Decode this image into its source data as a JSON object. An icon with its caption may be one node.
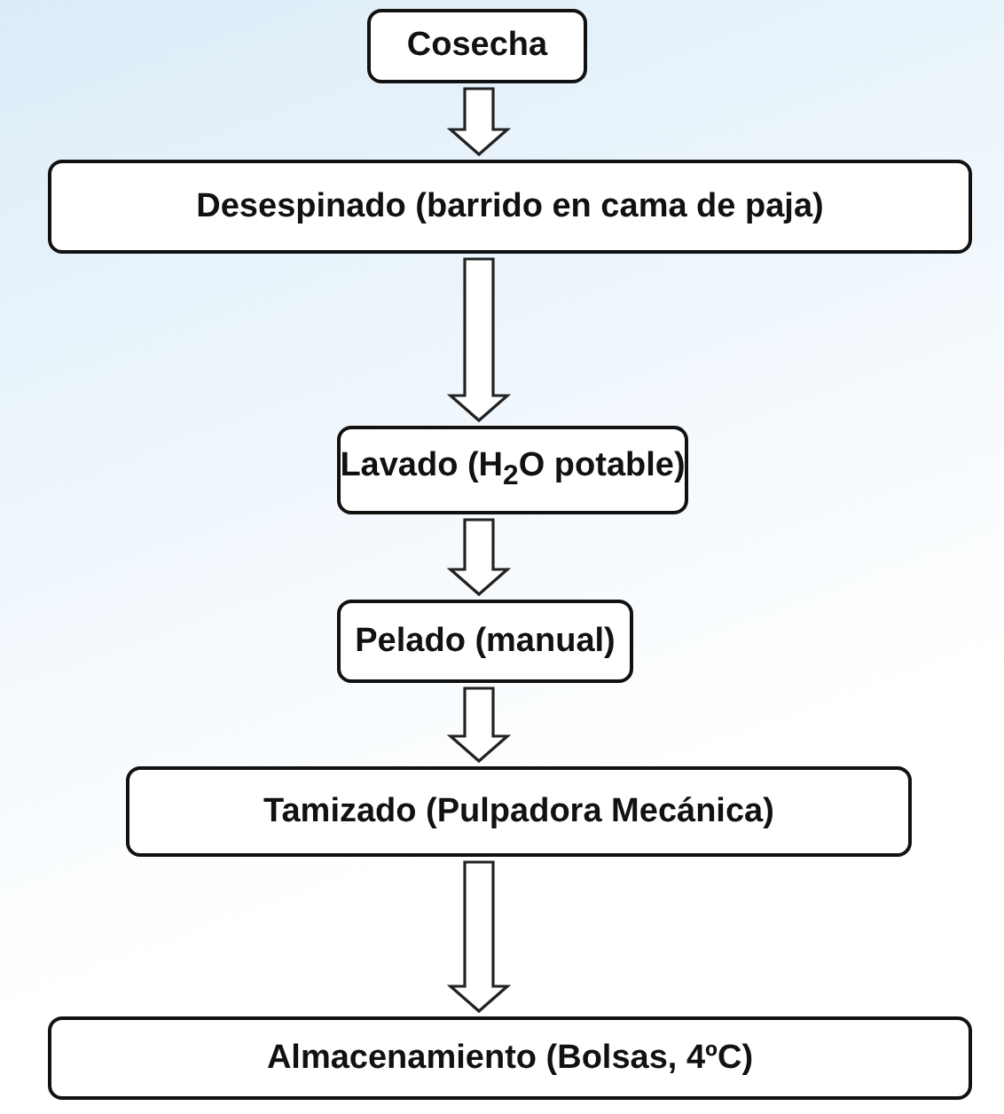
{
  "diagram": {
    "nodes": [
      {
        "text": [
          "Cosecha"
        ]
      },
      {
        "text": [
          "Desespinado (barrido en cama de paja)"
        ]
      },
      {
        "text": [
          "Lavado (H$_{2}$O potable)"
        ]
      },
      {
        "text": [
          "Pelado (manual)"
        ]
      },
      {
        "text": [
          "Tamizado (Pulpadora Mecánica)"
        ]
      },
      {
        "text": [
          "Almacenamiento (Bolsas, 4ºC)"
        ]
      }
    ],
    "edges": [
      {
        "from": 0,
        "to": 1,
        "arrow": "to"
      },
      {
        "from": 1,
        "to": 2,
        "arrow": "to"
      },
      {
        "from": 2,
        "to": 3,
        "arrow": "to"
      },
      {
        "from": 3,
        "to": 4,
        "arrow": "to"
      },
      {
        "from": 4,
        "to": 5,
        "arrow": "to"
      }
    ]
  }
}
